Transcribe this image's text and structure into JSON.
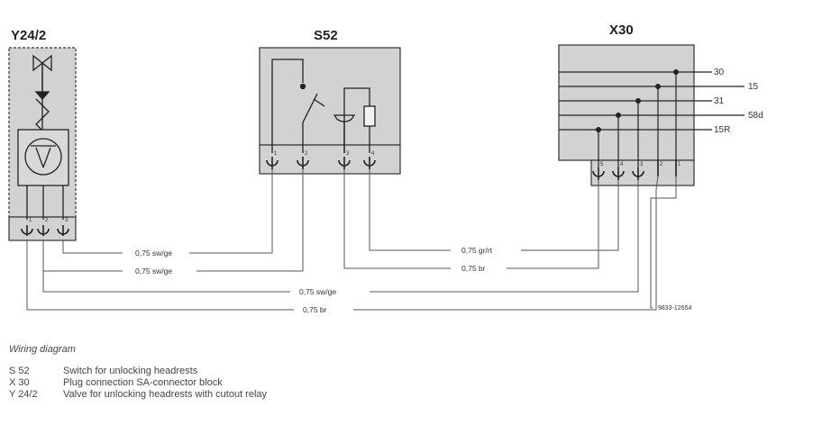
{
  "components": {
    "y24": {
      "title": "Y24/2",
      "pins": [
        "1",
        "2",
        "3"
      ]
    },
    "s52": {
      "title": "S52",
      "pins": [
        "1",
        "2",
        "3",
        "4"
      ]
    },
    "x30": {
      "title": "X30",
      "pins": [
        "5",
        "4",
        "3",
        "2",
        "1"
      ],
      "terminals": [
        "30",
        "15",
        "31",
        "58d",
        "15R"
      ]
    }
  },
  "wires": [
    "0,75 sw/ge",
    "0,75 sw/ge",
    "0,75 sw/ge",
    "0,75 br",
    "0,75 gr/rt",
    "0,75 br"
  ],
  "reference": "9833-12654",
  "legend": {
    "title": "Wiring diagram",
    "items": [
      {
        "code": "S 52",
        "text": "Switch for unlocking headrests"
      },
      {
        "code": "X 30",
        "text": "Plug connection SA-connector block"
      },
      {
        "code": "Y 24/2",
        "text": "Valve for unlocking headrests with cutout relay"
      }
    ]
  }
}
